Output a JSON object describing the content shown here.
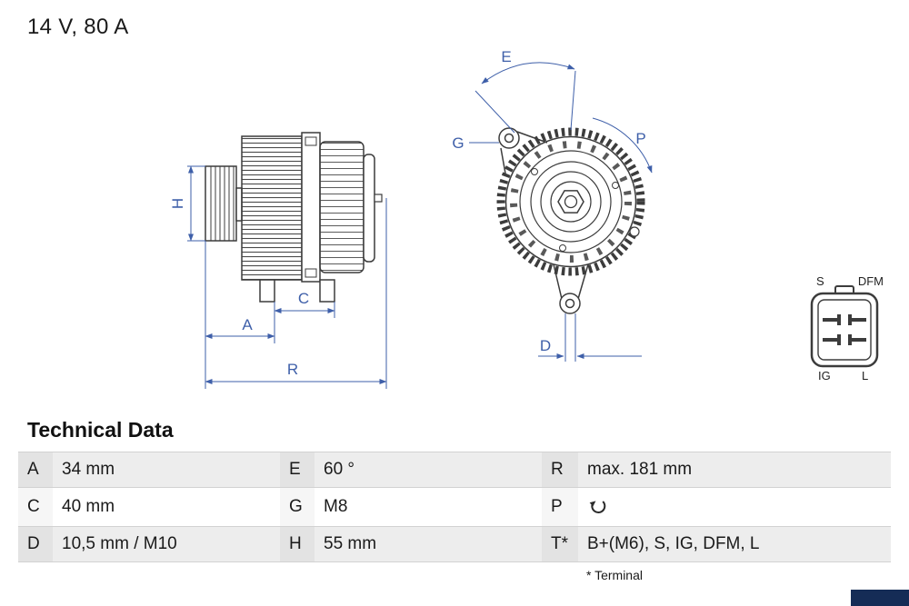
{
  "header": {
    "title": "14 V, 80 A"
  },
  "drawing": {
    "dim_labels": {
      "H": "H",
      "A": "A",
      "C": "C",
      "R": "R",
      "E": "E",
      "G": "G",
      "P": "P",
      "D": "D"
    },
    "connector_labels": {
      "s": "S",
      "dfm": "DFM",
      "ig": "IG",
      "l": "L"
    }
  },
  "table": {
    "title": "Technical Data",
    "rows": [
      {
        "cells": [
          {
            "key": "A",
            "value": "34 mm"
          },
          {
            "key": "E",
            "value": "60 °"
          },
          {
            "key": "R",
            "value": "max. 181 mm"
          }
        ]
      },
      {
        "cells": [
          {
            "key": "C",
            "value": "40 mm"
          },
          {
            "key": "G",
            "value": "M8"
          },
          {
            "key": "P",
            "value": "",
            "icon": "rotation-direction-arrow"
          }
        ]
      },
      {
        "cells": [
          {
            "key": "D",
            "value": "10,5 mm / M10"
          },
          {
            "key": "H",
            "value": "55 mm"
          },
          {
            "key": "T*",
            "value": "B+(M6), S, IG, DFM, L"
          }
        ]
      }
    ],
    "footnote": "* Terminal"
  },
  "colors": {
    "dimension_blue": "#3e5fa9",
    "outline_gray": "#3c3c3c",
    "brand_bar_navy": "#152c56"
  }
}
